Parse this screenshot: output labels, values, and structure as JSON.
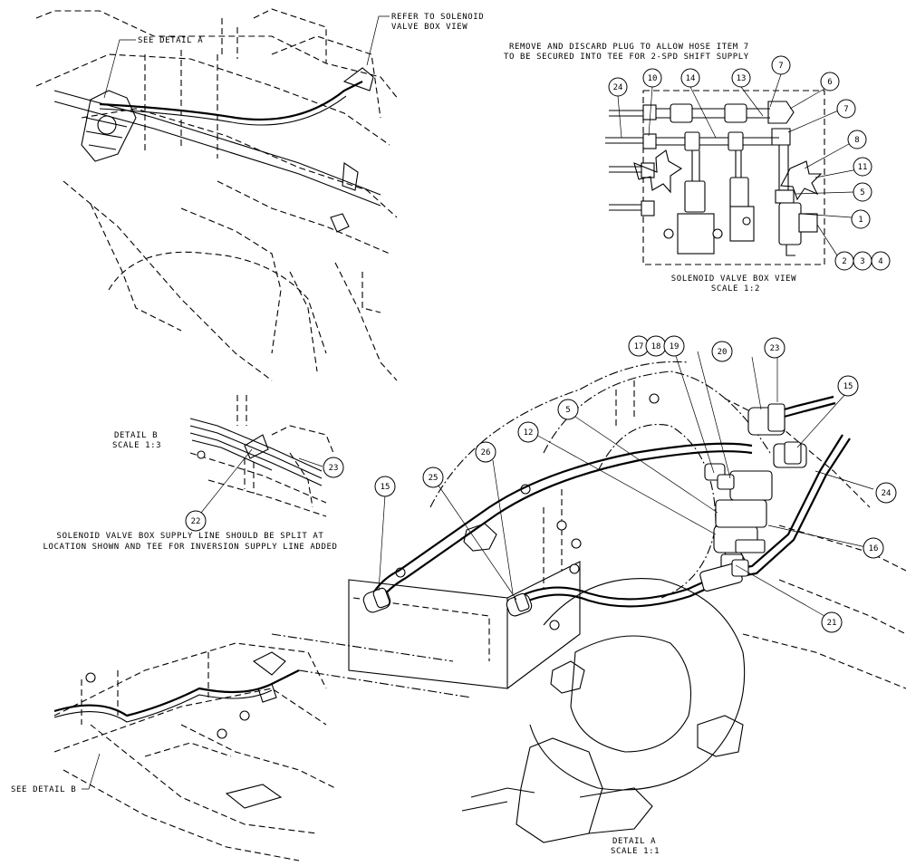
{
  "notes": {
    "see_detail_a": "SEE DETAIL  A",
    "refer_solenoid_1": "REFER TO SOLENOID",
    "refer_solenoid_2": "VALVE BOX VIEW",
    "remove_plug_1": "REMOVE AND DISCARD PLUG TO ALLOW HOSE ITEM 7",
    "remove_plug_2": "TO BE SECURED INTO TEE FOR 2-SPD SHIFT SUPPLY",
    "box_view_title": "SOLENOID VALVE BOX VIEW",
    "box_view_scale": "SCALE  1:2",
    "detail_b_title": "DETAIL  B",
    "detail_b_scale": "SCALE  1:3",
    "split_note_1": "SOLENOID VALVE BOX SUPPLY LINE SHOULD BE SPLIT AT",
    "split_note_2": "LOCATION SHOWN AND TEE FOR INVERSION SUPPLY LINE ADDED",
    "see_detail_b": "SEE DETAIL  B",
    "detail_a_title": "DETAIL  A",
    "detail_a_scale": "SCALE  1:1"
  },
  "balloons_box_view": [
    "24",
    "10",
    "14",
    "13",
    "7",
    "6",
    "7",
    "8",
    "11",
    "5",
    "1",
    "2",
    "3",
    "4"
  ],
  "balloons_detail_b": [
    "23",
    "22"
  ],
  "balloons_detail_a": [
    "17",
    "18",
    "19",
    "20",
    "23",
    "15",
    "5",
    "12",
    "26",
    "25",
    "15",
    "24",
    "16",
    "21"
  ]
}
